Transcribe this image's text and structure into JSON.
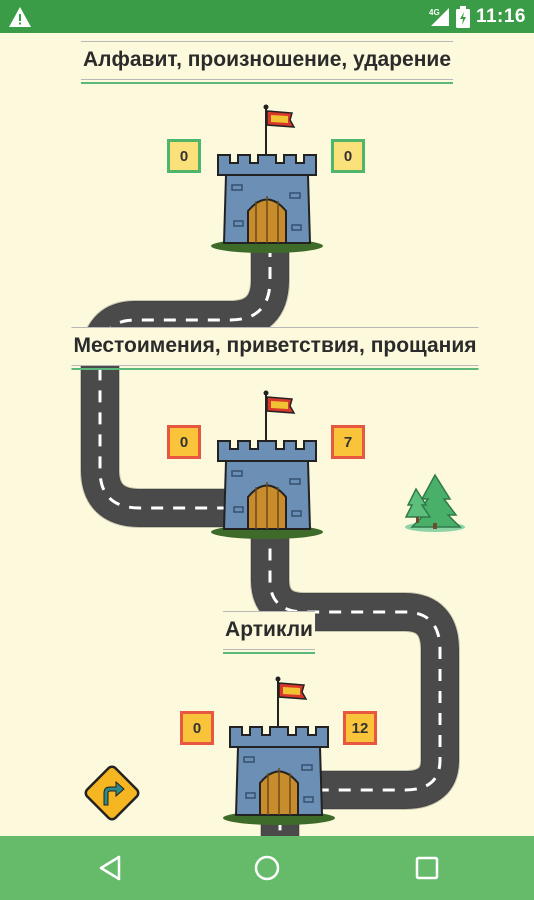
{
  "status_bar": {
    "network": "4G",
    "time": "11:16"
  },
  "levels": [
    {
      "title": "Алфавит, произношение, ударение",
      "score_left": "0",
      "score_right": "0",
      "score_style": "green"
    },
    {
      "title": "Местоимения, приветствия, прощания",
      "score_left": "0",
      "score_right": "7",
      "score_style": "red"
    },
    {
      "title": "Артикли",
      "score_left": "0",
      "score_right": "12",
      "score_style": "red"
    }
  ],
  "colors": {
    "status_bar": "#3a9c46",
    "nav_bar": "#66bb6a",
    "background": "#fcf9dc",
    "road": "#4a4a4a",
    "castle": "#6b8fb5",
    "score_green_border": "#4fb56a",
    "score_red_border": "#e8573f"
  },
  "icons": {
    "warning": "warning-icon",
    "signal": "signal-icon",
    "battery": "battery-icon",
    "back": "back-icon",
    "home": "home-icon",
    "recents": "recents-icon",
    "turn_sign": "turn-right-sign-icon"
  }
}
